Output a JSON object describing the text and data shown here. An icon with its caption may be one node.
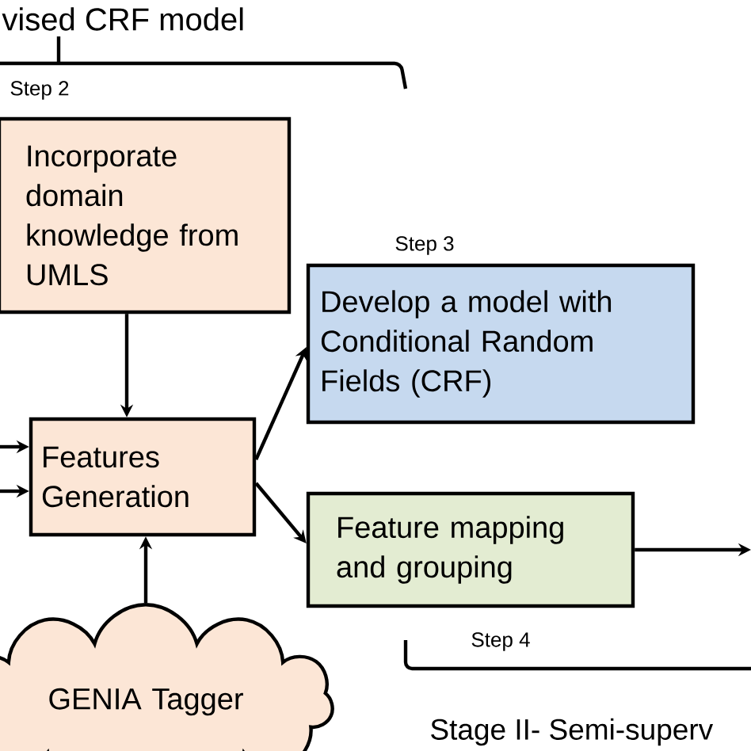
{
  "diagram": {
    "nodes": [
      {
        "text": [
          "Incorporate domain knowledge from UMLS"
        ],
        "beside": [
          "Step 2"
        ]
      },
      {
        "text": [
          "Features Generation"
        ]
      },
      {
        "text": [
          "Develop a model with Conditional Random Fields (CRF)"
        ],
        "beside": [
          "Step 3"
        ]
      },
      {
        "text": [
          "Feature mapping and grouping"
        ],
        "beside": [
          "Step 4"
        ]
      },
      {
        "text": [
          "GENIA Tagger"
        ]
      }
    ],
    "edges": [
      {
        "from": 0,
        "to": 1,
        "arrow": "to"
      },
      {
        "from": null,
        "to": 1,
        "arrow": "to"
      },
      {
        "from": null,
        "to": 1,
        "arrow": "to"
      },
      {
        "from": 4,
        "to": 1,
        "arrow": "to"
      },
      {
        "from": 1,
        "to": 2,
        "arrow": "to"
      },
      {
        "from": 1,
        "to": 3,
        "arrow": "to"
      },
      {
        "from": 3,
        "to": null,
        "arrow": "to"
      }
    ],
    "labels": [
      "vised CRF model",
      "Stage II- Semi-superv"
    ]
  }
}
